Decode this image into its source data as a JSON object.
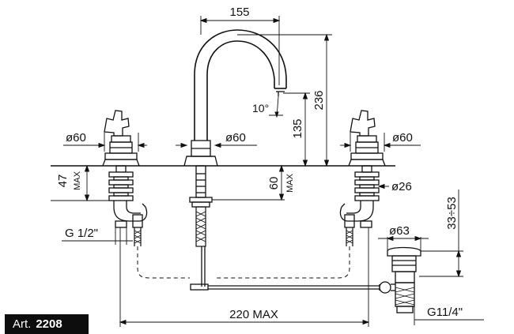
{
  "dimensions": {
    "spout_reach": "155",
    "total_height": "236",
    "spout_height": "135",
    "spout_angle": "10°",
    "left_handle_dia": "ø60",
    "center_body_dia": "ø60",
    "right_handle_dia": "ø60",
    "left_shank_max": "47",
    "left_shank_max_label": "MAX",
    "center_shank_max": "60",
    "center_shank_max_label": "MAX",
    "thread_dia": "ø26",
    "inlet_thread": "G 1/2\"",
    "waste_dia": "ø63",
    "waste_stroke": "33÷53",
    "width_max": "220 MAX",
    "waste_thread": "G11/4\""
  },
  "article": {
    "prefix": "Art.",
    "number": "2208"
  }
}
